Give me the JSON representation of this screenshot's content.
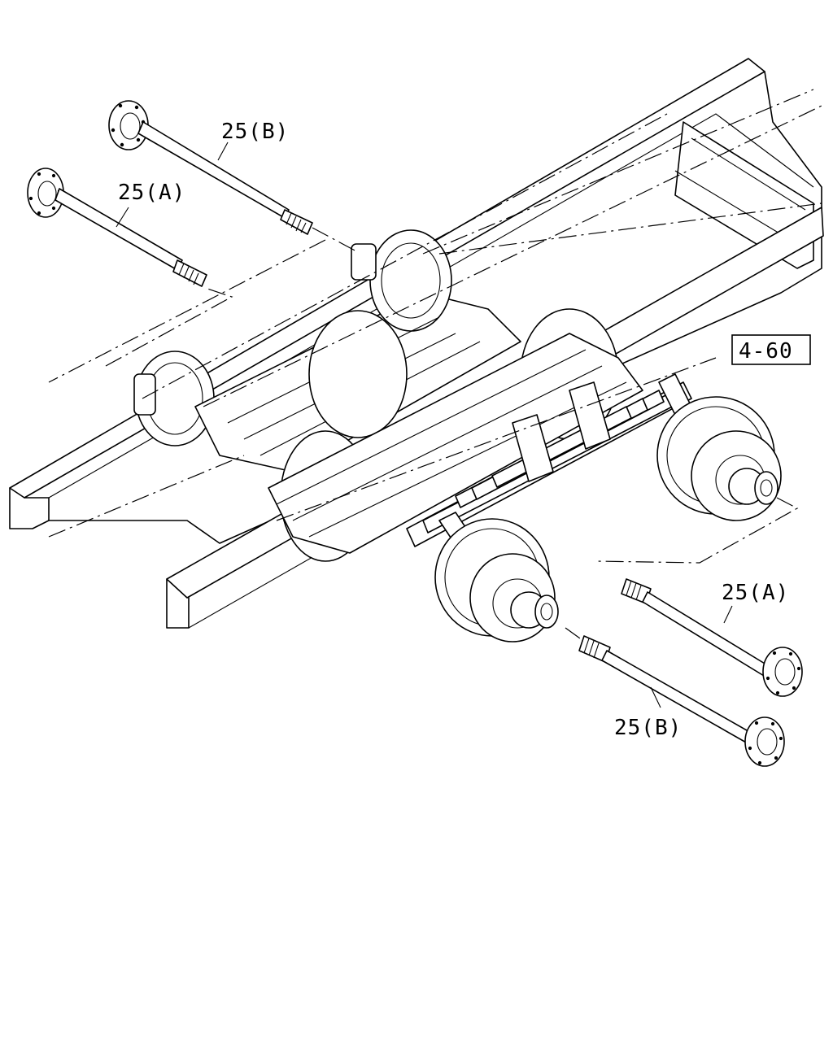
{
  "labels": {
    "shaft_b_upper": "25(B)",
    "shaft_a_upper": "25(A)",
    "shaft_a_lower": "25(A)",
    "shaft_b_lower": "25(B)",
    "ref": "4-60"
  }
}
